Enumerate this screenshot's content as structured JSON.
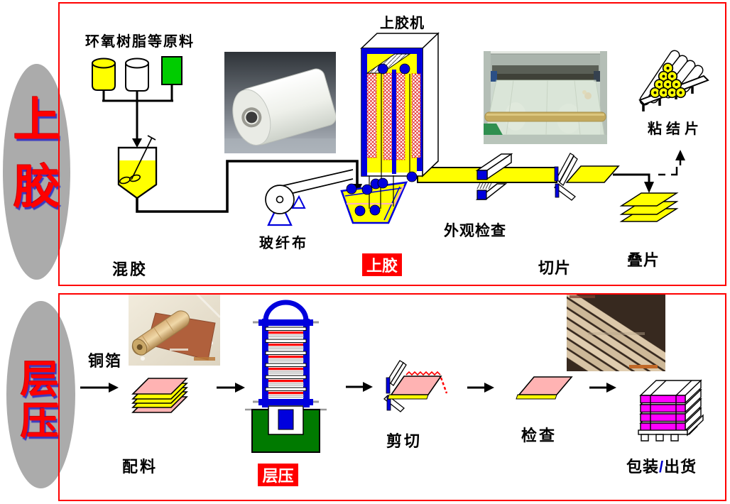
{
  "slide": {
    "background": "#FFFFFF"
  },
  "colors": {
    "accent_red": "#FF0000",
    "yellow": "#FFFF00",
    "blue": "#0000DD",
    "green_cylinder": "#00CC00",
    "press_base_green": "#007A00",
    "pink_sheet": "#FFB3B3",
    "magenta_pack": "#FF00FF",
    "side_ellipse_gray": "#ABABAB"
  },
  "stage_glue": {
    "side_chars": [
      "上",
      "胶"
    ],
    "labels": {
      "raw_materials": "环氧树脂等原料",
      "mixing": "混胶",
      "glass_cloth": "玻纤布",
      "coating_machine": "上胶机",
      "coating_badge": "上胶",
      "visual_inspection": "外观检查",
      "cutting": "切片",
      "stacking": "叠片",
      "bonding_sheet": "粘结片"
    }
  },
  "stage_laminate": {
    "side_chars": [
      "层",
      "压"
    ],
    "labels": {
      "copper_foil": "铜箔",
      "material_prep": "配料",
      "lamination_badge": "层压",
      "shearing": "剪切",
      "inspection": "检查",
      "packing": "包装",
      "slash": "/",
      "shipping": "出货"
    }
  }
}
